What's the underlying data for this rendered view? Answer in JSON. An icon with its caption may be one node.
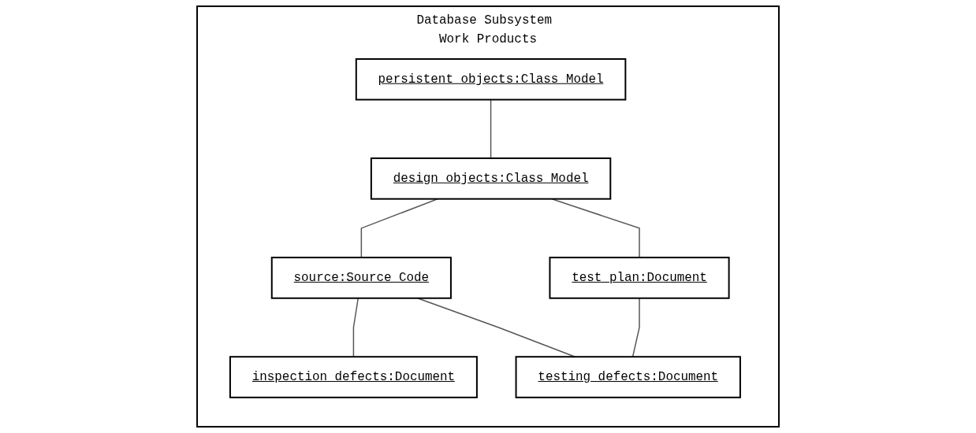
{
  "diagram": {
    "nodes": [
      {
        "text": [
          "Database Subsystem Work Products"
        ]
      },
      {
        "text": [
          "persistent objects:Class Model"
        ],
        "in": 0
      },
      {
        "text": [
          "design objects:Class Model"
        ],
        "in": 0
      },
      {
        "text": [
          "source:Source Code"
        ],
        "in": 0
      },
      {
        "text": [
          "inspection defects:Document"
        ],
        "in": 0
      },
      {
        "text": [
          "test plan:Document"
        ],
        "in": 0
      },
      {
        "text": [
          "testing defects:Document"
        ],
        "in": 0
      }
    ],
    "edges": [
      {
        "from": 1,
        "to": 2,
        "arrow": "none"
      },
      {
        "from": 2,
        "to": 3,
        "arrow": "none"
      },
      {
        "from": 2,
        "to": 5,
        "arrow": "none"
      },
      {
        "from": 3,
        "to": 4,
        "arrow": "none"
      },
      {
        "from": 3,
        "to": 6,
        "arrow": "none"
      },
      {
        "from": 5,
        "to": 6,
        "arrow": "none"
      }
    ]
  }
}
